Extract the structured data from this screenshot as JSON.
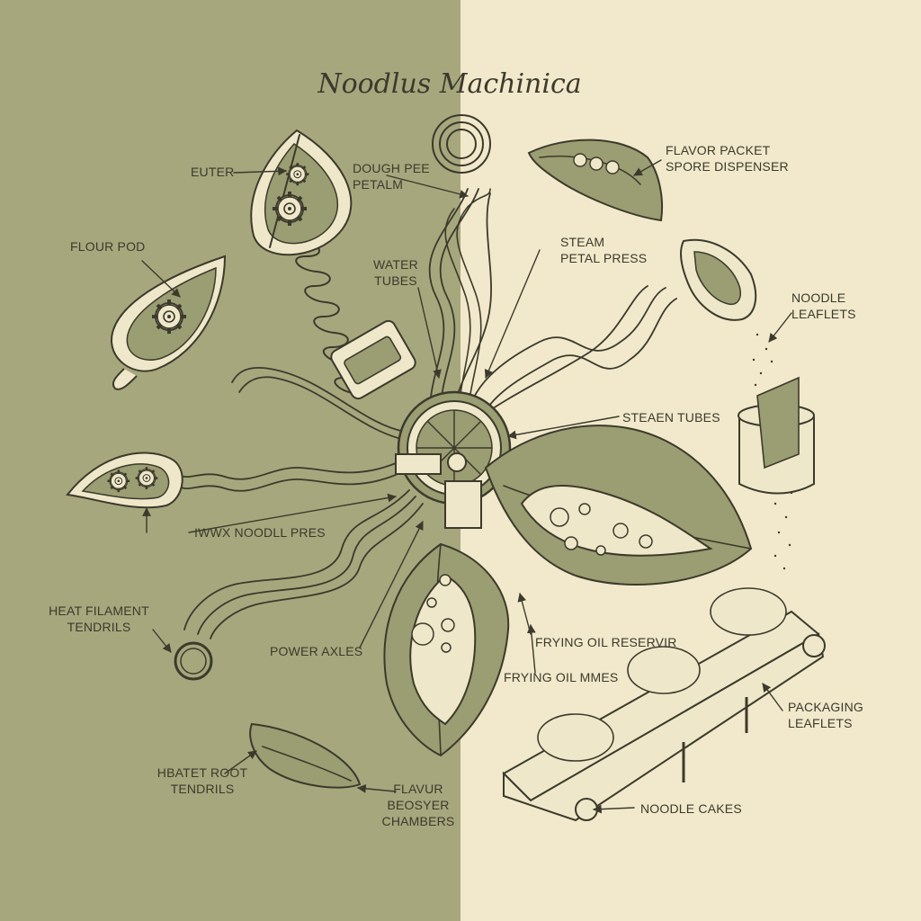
{
  "title": "Noodlus Machinica",
  "colors": {
    "panel_left": "#a6a77d",
    "panel_right": "#f2e8cb",
    "ink": "#3b3a2c",
    "fill_light": "#efe7c9",
    "fill_olive": "#9b9d72"
  },
  "labels": {
    "euter": "EUTER",
    "dough_press": "DOUGH PEE\nPETALM",
    "flour_pod": "FLOUR POD",
    "water_tubes": "WATER\nTUBES",
    "noodl_pres": "IWWX NOODLL PRES",
    "heat_filament": "HEAT FILAMENT\nTENDRILS",
    "power_axles": "POWER AXLES",
    "heater_root": "HBATET ROOT\nTENDRILS",
    "flavur_chambers": "FLAVUR\nBEOSYER\nCHAMBERS",
    "flavor_packet": "FLAVOR PACKET\nSPORE DISPENSER",
    "steam_press": "STEAM\nPETAL PRESS",
    "noodle_leaflets": "NOODLE\nLEAFLETS",
    "steaen_tubes": "STEAEN TUBES",
    "frying_reservoir": "FRYING OIL RESERVIR",
    "frying_mmes": "FRYING OIL MMES",
    "packaging": "PACKAGING\nLEAFLETS",
    "noodle_cakes": "NOODLE CAKES"
  },
  "icons": {
    "central_hub": "gear-hub-icon",
    "gear": "gear-icon",
    "conveyor": "conveyor-belt-icon"
  }
}
